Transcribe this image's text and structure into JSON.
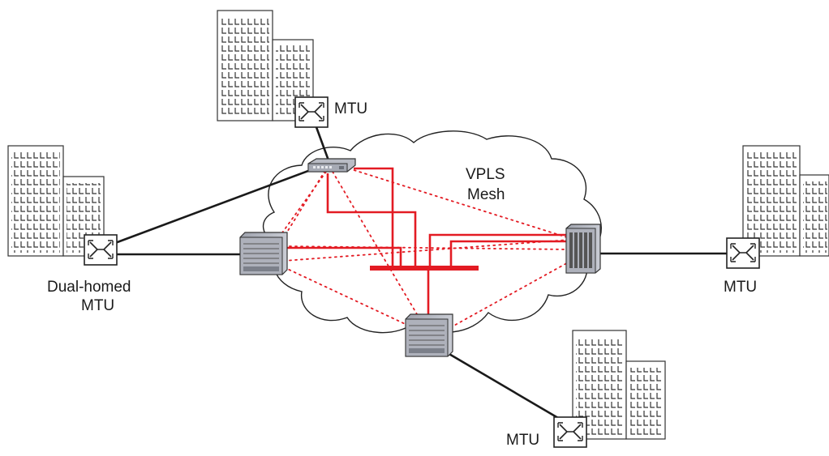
{
  "labels": {
    "mtu_top": "MTU",
    "dual_homed_line1": "Dual-homed",
    "dual_homed_line2": "MTU",
    "mtu_right": "MTU",
    "mtu_bottom": "MTU",
    "cloud_line1": "VPLS",
    "cloud_line2": "Mesh"
  },
  "colors": {
    "background": "#ffffff",
    "cloud_stroke": "#222222",
    "access_link": "#1a1a1a",
    "pseudowire_mesh": "#e31b23",
    "bridge": "#e31b23",
    "building_fill": "#ffffff",
    "building_stroke": "#333333",
    "router_fill": "#b9bcc5"
  },
  "icons": {
    "building": "office-building-icon",
    "mtu": "mtu-switch-icon",
    "core_router": "core-router-icon",
    "small_router": "small-router-icon",
    "edge_router": "edge-router-icon"
  }
}
